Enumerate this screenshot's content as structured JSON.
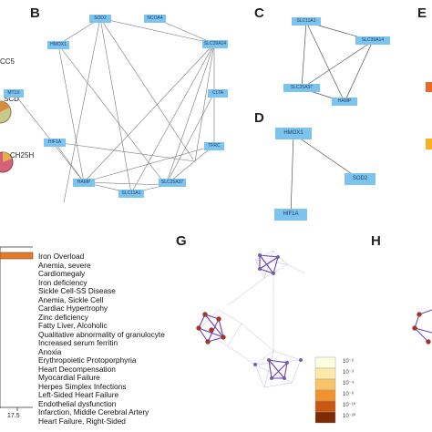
{
  "panels": {
    "B": "B",
    "C": "C",
    "D": "D",
    "E": "E",
    "G": "G",
    "H": "H"
  },
  "left_genes": [
    "CC5",
    "SCD",
    "CH25H"
  ],
  "panel_b_nodes": [
    "SOD2",
    "NCOA4",
    "HMOX1",
    "SLC39A14",
    "MT1X",
    "CLTA",
    "HIF1A",
    "TFRC",
    "HAMP",
    "SLC25A37",
    "SLC11A1"
  ],
  "panel_c_nodes": [
    "SLC11A1",
    "SLC39A14",
    "SLC25A37",
    "HAMP"
  ],
  "panel_d_nodes": [
    "HMOX1",
    "SOD2",
    "HIF1A"
  ],
  "disease_terms": [
    "Iron Overload",
    "Anemia, severe",
    "Cardiomegaly",
    "Iron deficiency",
    "Sickle Cell-SS Disease",
    "Anemia, Sickle Cell",
    "Cardiac Hypertrophy",
    "Zinc deficiency",
    "Fatty Liver, Alcoholic",
    "Qualitative abnormality of granulocyte",
    "Increased serum ferritin",
    "Anoxia",
    "Erythropoietic Protoporphyria",
    "Heart Decompensation",
    "Myocardial Failure",
    "Herpes Simplex Infections",
    "Left-Sided Heart Failure",
    "Endothelial dysfunction",
    "Infarction, Middle Cerebral Artery",
    "Heart Failure, Right-Sided"
  ],
  "axis_tick": "17.5",
  "legend": {
    "ticks": [
      "10⁻²",
      "10⁻³",
      "10⁻⁴",
      "10⁻⁶",
      "10⁻¹⁰",
      "10⁻²⁰"
    ],
    "colors": [
      "#fdfde0",
      "#fde9a8",
      "#f9c36a",
      "#f0922e",
      "#c8570f",
      "#7d2a07"
    ]
  },
  "accent": {
    "node": "#7cc3ef",
    "bar": "#e07a2f",
    "network_edge": "#6a3fb5",
    "network_node": "#b3301c"
  }
}
